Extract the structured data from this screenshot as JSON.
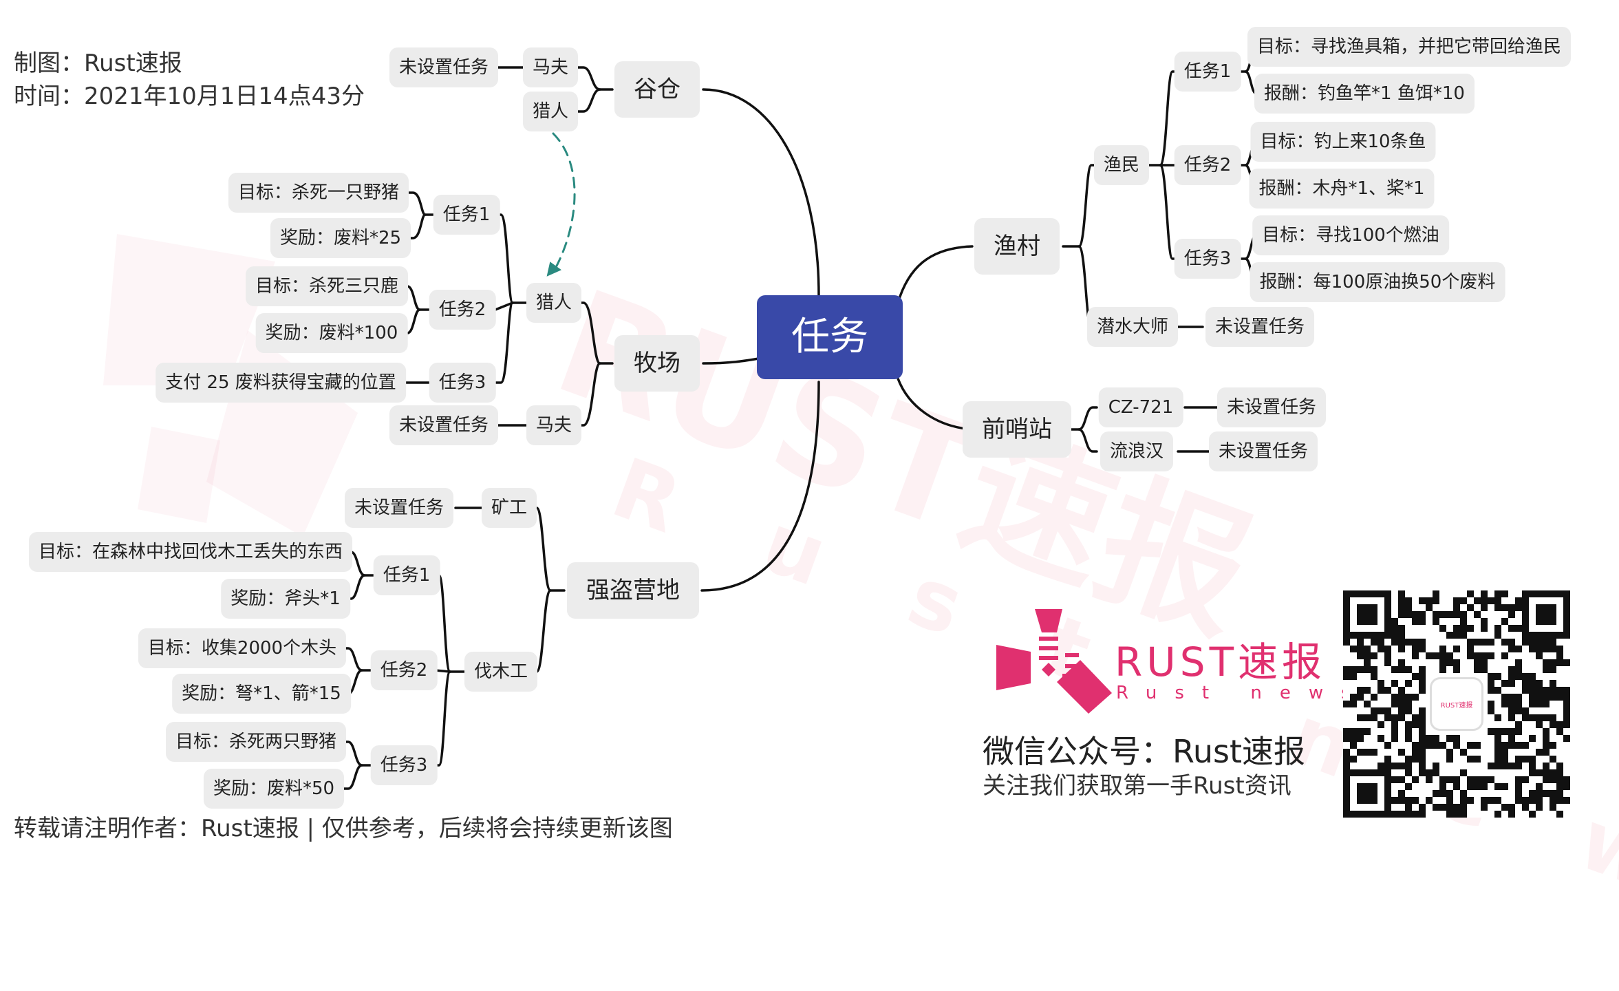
{
  "meta": {
    "author_line": "制图：Rust速报",
    "time_line": "时间：2021年10月1日14点43分",
    "footer_note": "转载请注明作者：Rust速报 | 仅供参考，后续将会持续更新该图"
  },
  "root": {
    "label": "任务"
  },
  "branches": {
    "barn": {
      "label": "谷仓",
      "horseman": {
        "label": "马夫",
        "task": "未设置任务"
      },
      "hunter": {
        "label": "猎人"
      }
    },
    "ranch": {
      "label": "牧场",
      "hunter": {
        "label": "猎人",
        "task1": {
          "label": "任务1",
          "goal": "目标：杀死一只野猪",
          "reward": "奖励：废料*25"
        },
        "task2": {
          "label": "任务2",
          "goal": "目标：杀死三只鹿",
          "reward": "奖励：废料*100"
        },
        "task3": {
          "label": "任务3",
          "detail": "支付 25 废料获得宝藏的位置"
        }
      },
      "horseman": {
        "label": "马夫",
        "task": "未设置任务"
      }
    },
    "bandit": {
      "label": "强盗营地",
      "miner": {
        "label": "矿工",
        "task": "未设置任务"
      },
      "lumberjack": {
        "label": "伐木工",
        "task1": {
          "label": "任务1",
          "goal": "目标：在森林中找回伐木工丢失的东西",
          "reward": "奖励：斧头*1"
        },
        "task2": {
          "label": "任务2",
          "goal": "目标：收集2000个木头",
          "reward": "奖励：弩*1、箭*15"
        },
        "task3": {
          "label": "任务3",
          "goal": "目标：杀死两只野猪",
          "reward": "奖励：废料*50"
        }
      }
    },
    "fishing": {
      "label": "渔村",
      "fisherman": {
        "label": "渔民",
        "task1": {
          "label": "任务1",
          "goal": "目标：寻找渔具箱，并把它带回给渔民",
          "reward": "报酬：钓鱼竿*1  鱼饵*10"
        },
        "task2": {
          "label": "任务2",
          "goal": "目标：钓上来10条鱼",
          "reward": "报酬：木舟*1、桨*1"
        },
        "task3": {
          "label": "任务3",
          "goal": "目标：寻找100个燃油",
          "reward": "报酬：每100原油换50个废料"
        }
      },
      "diver": {
        "label": "潜水大师",
        "task": "未设置任务"
      }
    },
    "outpost": {
      "label": "前哨站",
      "cz": {
        "label": "CZ-721",
        "task": "未设置任务"
      },
      "wanderer": {
        "label": "流浪汉",
        "task": "未设置任务"
      }
    }
  },
  "brand": {
    "title": "RUST速报",
    "subtitle": "Rust news",
    "wechat_line": "微信公众号：Rust速报",
    "follow_line": "关注我们获取第一手Rust资讯",
    "qr_badge": "RUST速报",
    "accent_color": "#e0306f"
  },
  "watermark": {
    "big": "RUST速报",
    "sub": "Rust news"
  },
  "colors": {
    "root_fill": "#3949a8",
    "node_fill": "#ececec",
    "line": "#111111",
    "dashed_arrow": "#2a8a80"
  }
}
